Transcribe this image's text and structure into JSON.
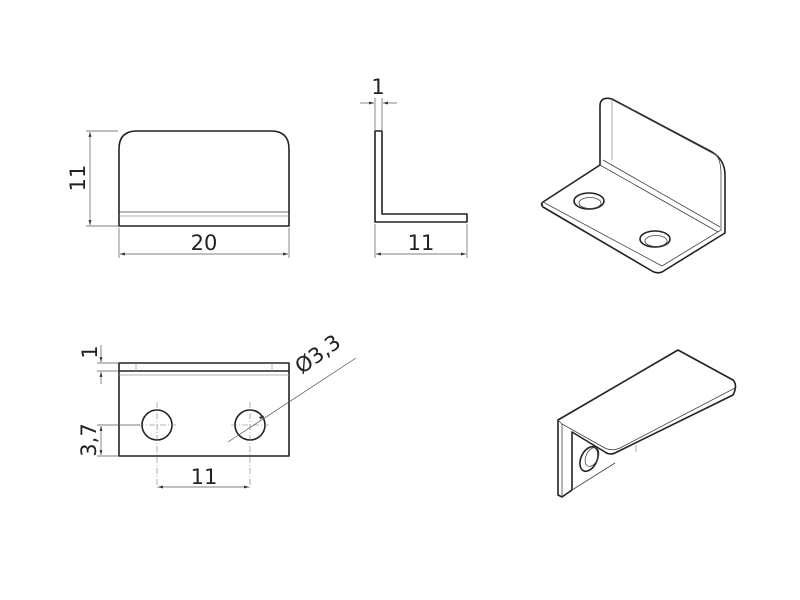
{
  "drawing": {
    "front_view": {
      "height_dim": "11",
      "width_dim": "20"
    },
    "side_view": {
      "thickness_dim": "1",
      "leg_dim": "11"
    },
    "top_view": {
      "thickness_dim": "1",
      "hole_offset_dim": "3,7",
      "hole_spacing_dim": "11",
      "hole_diameter_dim": "Ø3,3"
    },
    "line_color": "#222222"
  }
}
